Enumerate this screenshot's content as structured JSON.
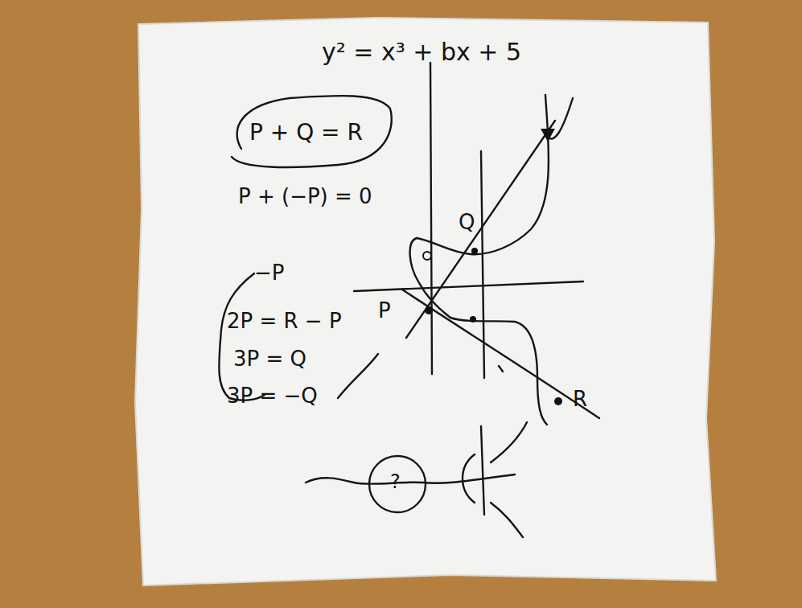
{
  "diagram": {
    "nodes": [
      {
        "text": [
          "P + Q = R"
        ]
      }
    ],
    "labels": [
      "y² = x³ + bx + 5",
      "P + (−P) = 0",
      "−P",
      "2P = R − P",
      "3P = Q",
      "3P = −Q",
      "Q",
      "P",
      "R",
      "?"
    ]
  }
}
